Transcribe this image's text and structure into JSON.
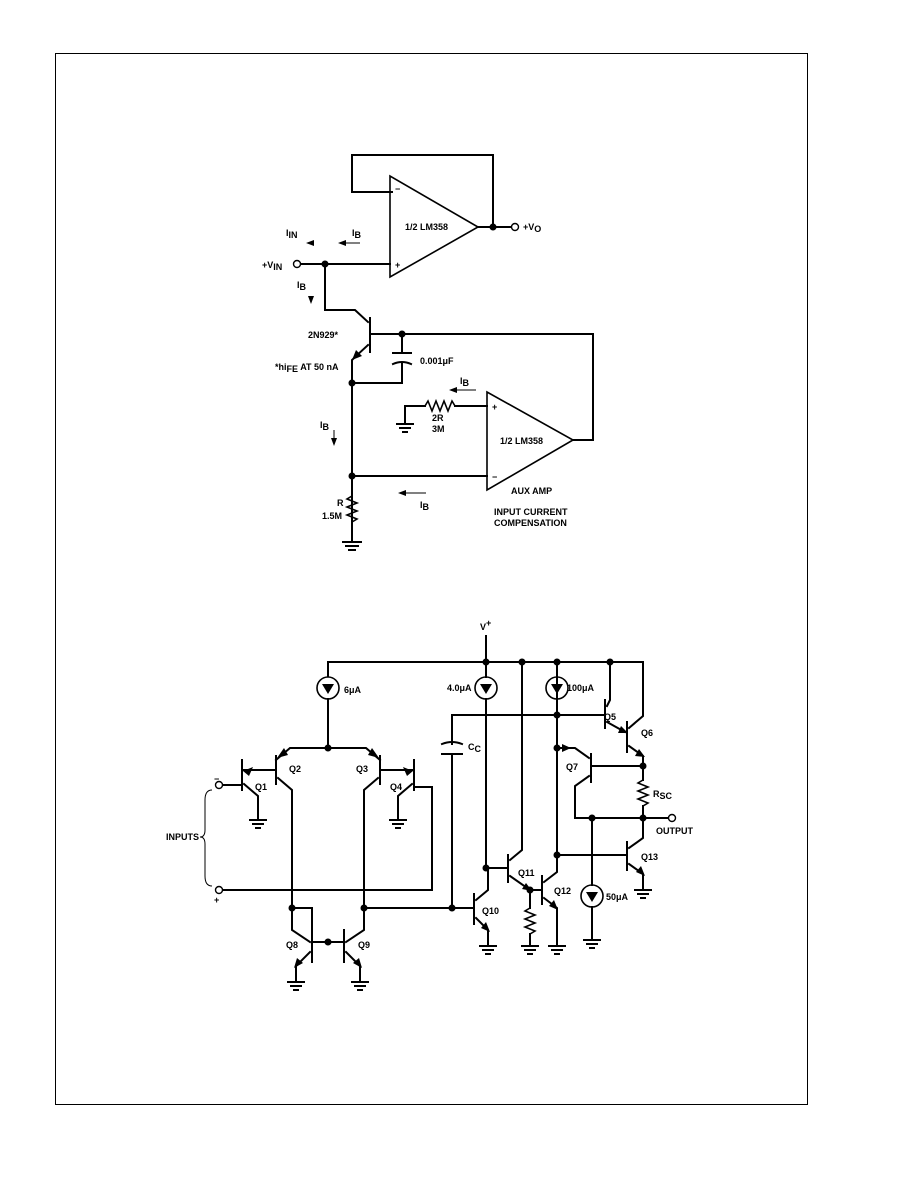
{
  "circuit1": {
    "opamp1_label": "1/2 LM358",
    "opamp2_label": "1/2 LM358",
    "opamp1_minus": "−",
    "opamp1_plus": "+",
    "opamp2_plus": "+",
    "opamp2_minus": "−",
    "vo_label": "+V",
    "vo_sub": "O",
    "vin_label": "+V",
    "vin_sub": "IN",
    "iin_label": "I",
    "iin_sub": "IN",
    "ib_label": "I",
    "ib_sub": "B",
    "transistor_label": "2N929*",
    "note": "*hi",
    "note_sub": "FE",
    "note_rest": " AT 50 nA",
    "cap_label": "0.001μF",
    "r2_label": "2R",
    "r2_value": "3M",
    "r_label": "R",
    "r_value": "1.5M",
    "aux_label": "AUX AMP",
    "caption_line1": "INPUT CURRENT",
    "caption_line2": "COMPENSATION"
  },
  "circuit2": {
    "vplus": "V",
    "vplus_sup": "+",
    "src_6ua": "6μA",
    "src_4ua": "4.0μA",
    "src_100ua": "100μA",
    "src_50ua": "50μA",
    "cc_label": "C",
    "cc_sub": "C",
    "rsc_label": "R",
    "rsc_sub": "SC",
    "output_label": "OUTPUT",
    "inputs_label": "INPUTS",
    "minus_mark": "−",
    "plus_mark": "+",
    "q1": "Q1",
    "q2": "Q2",
    "q3": "Q3",
    "q4": "Q4",
    "q5": "Q5",
    "q6": "Q6",
    "q7": "Q7",
    "q8": "Q8",
    "q9": "Q9",
    "q10": "Q10",
    "q11": "Q11",
    "q12": "Q12",
    "q13": "Q13"
  }
}
